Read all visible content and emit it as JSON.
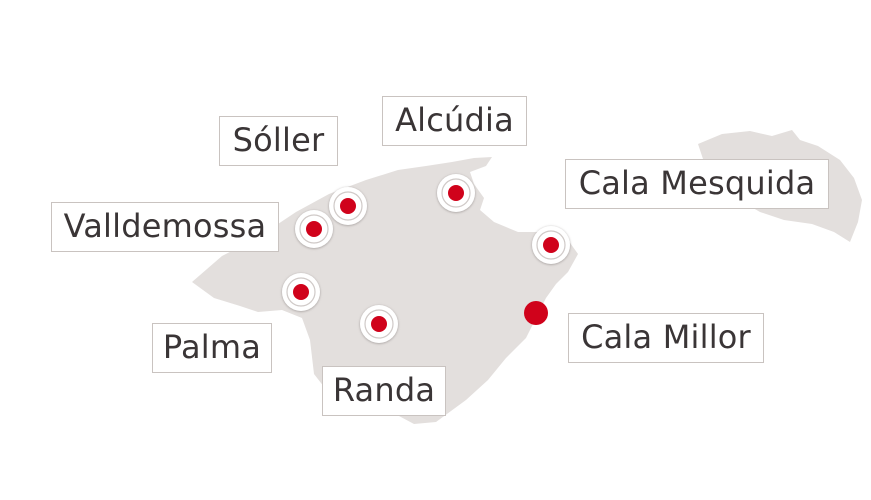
{
  "colors": {
    "land": "#e3dfdd",
    "marker": "#d0021b",
    "marker_ring": "#ffffff",
    "label_border": "#c9c3c0",
    "label_text": "#3a3536"
  },
  "icons": {
    "marker": "location-dot-icon"
  },
  "locations": [
    {
      "id": "soller",
      "name": "Sóller"
    },
    {
      "id": "alcudia",
      "name": "Alcúdia"
    },
    {
      "id": "cala-mesquida",
      "name": "Cala Mesquida"
    },
    {
      "id": "valldemossa",
      "name": "Valldemossa"
    },
    {
      "id": "palma",
      "name": "Palma"
    },
    {
      "id": "randa",
      "name": "Randa"
    },
    {
      "id": "cala-millor",
      "name": "Cala Millor"
    }
  ]
}
